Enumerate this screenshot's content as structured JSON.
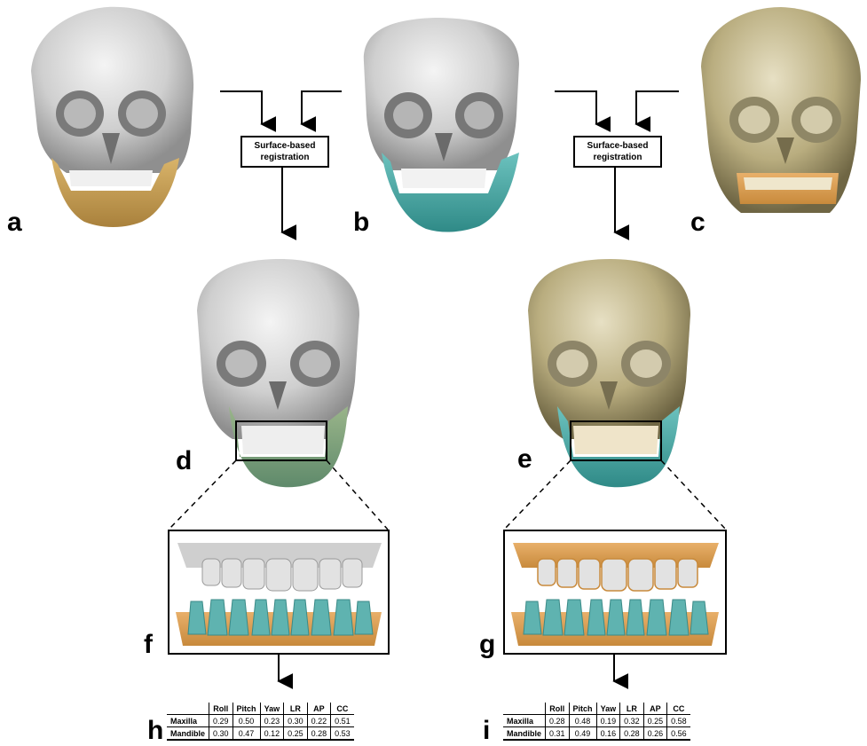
{
  "panels": {
    "a": "a",
    "b": "b",
    "c": "c",
    "d": "d",
    "e": "e",
    "f": "f",
    "g": "g",
    "h": "h",
    "i": "i"
  },
  "registration_boxes": {
    "left": {
      "line1": "Surface-based",
      "line2": "registration"
    },
    "right": {
      "line1": "Surface-based",
      "line2": "registration"
    }
  },
  "tables": {
    "h": {
      "columns": [
        "",
        "Roll",
        "Pitch",
        "Yaw",
        "LR",
        "AP",
        "CC"
      ],
      "rows": [
        {
          "label": "Maxilla",
          "values": [
            "0.29",
            "0.50",
            "0.23",
            "0.30",
            "0.22",
            "0.51"
          ]
        },
        {
          "label": "Mandible",
          "values": [
            "0.30",
            "0.47",
            "0.12",
            "0.25",
            "0.28",
            "0.53"
          ]
        }
      ]
    },
    "i": {
      "columns": [
        "",
        "Roll",
        "Pitch",
        "Yaw",
        "LR",
        "AP",
        "CC"
      ],
      "rows": [
        {
          "label": "Maxilla",
          "values": [
            "0.28",
            "0.48",
            "0.19",
            "0.32",
            "0.25",
            "0.58"
          ]
        },
        {
          "label": "Mandible",
          "values": [
            "0.31",
            "0.49",
            "0.16",
            "0.28",
            "0.26",
            "0.56"
          ]
        }
      ]
    }
  },
  "colors": {
    "bone": "#d8d8d8",
    "bone_shadow": "#9a9a9a",
    "mandible_gold": "#c9a35a",
    "mandible_teal": "#4aa3a0",
    "cbct_tint": "#b9ad7f",
    "tooth": "#e6e6e6"
  }
}
